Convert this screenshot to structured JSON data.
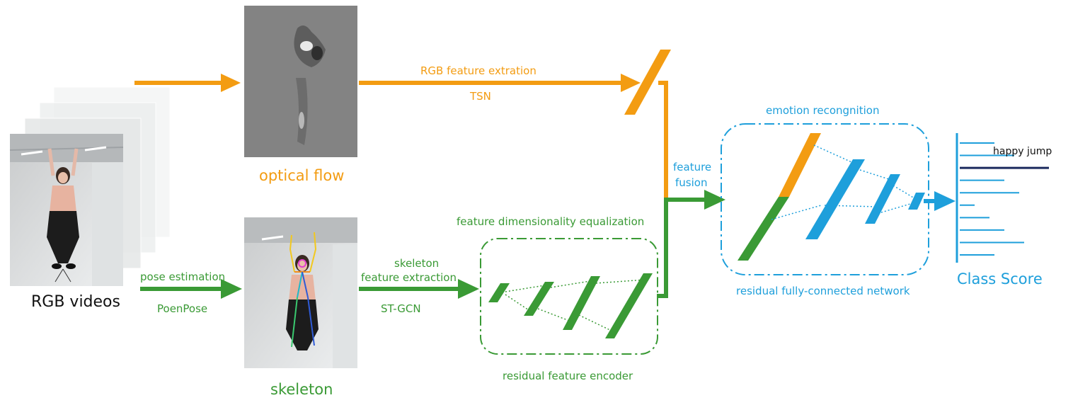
{
  "labels": {
    "rgb_videos": "RGB videos",
    "optical_flow": "optical flow",
    "skeleton": "skeleton",
    "rgb_feature_extraction": "RGB feature extration",
    "tsn": "TSN",
    "pose_estimation": "pose estimation",
    "openpose": "PoenPose",
    "skeleton_feature_extraction_line1": "skeleton",
    "skeleton_feature_extraction_line2": "feature extraction",
    "st_gcn": "ST-GCN",
    "feature_dim_equalization": "feature dimensionality equalization",
    "residual_feature_encoder": "residual feature encoder",
    "feature_fusion_line1": "feature",
    "feature_fusion_line2": "fusion",
    "emotion_recognition": "emotion recongnition",
    "residual_fc_network": "residual fully-connected network",
    "class_score": "Class Score",
    "top_class": "happy jump"
  },
  "colors": {
    "rgb_branch": "#F39C12",
    "skeleton_branch": "#3A9A35",
    "classifier": "#1E9FDB",
    "top_class_bar": "#1B2A5E"
  },
  "class_score_bars": [
    0.35,
    0.55,
    0.9,
    0.45,
    0.6,
    0.15,
    0.3,
    0.45,
    0.65,
    0.35
  ]
}
